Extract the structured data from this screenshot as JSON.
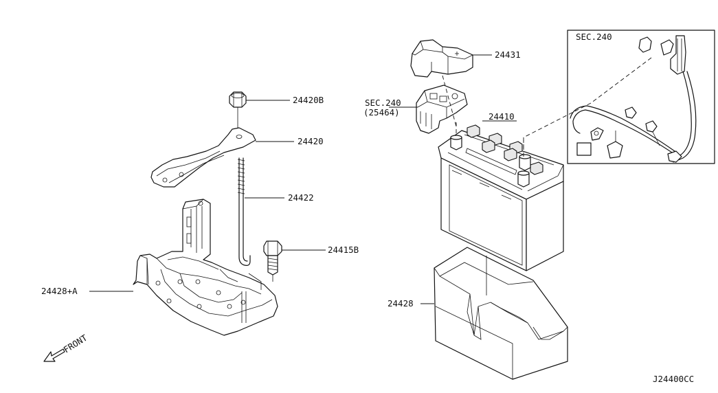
{
  "callouts": {
    "p24420B": "24420B",
    "p24420": "24420",
    "p24422": "24422",
    "p24415B": "24415B",
    "p24428A": "24428+A",
    "p24431": "24431",
    "sec240": "SEC.240",
    "sec240code": "(25464)",
    "p24410": "24410",
    "p24428": "24428",
    "insetSec": "SEC.240"
  },
  "front_label": "FRONT",
  "diagram_id": "J24400CC"
}
